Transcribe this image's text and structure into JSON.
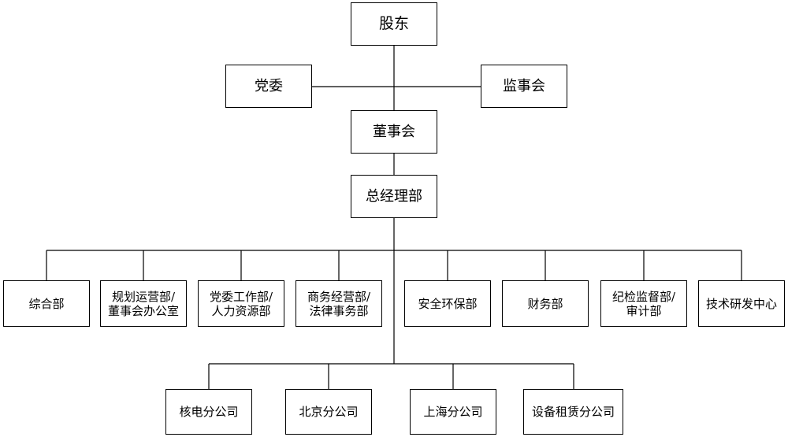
{
  "top": {
    "shareholders": "股东",
    "party_committee": "党委",
    "supervisory_board": "监事会",
    "board_of_directors": "董事会",
    "general_manager_dept": "总经理部"
  },
  "departments": {
    "general_affairs": {
      "line1": "综合部"
    },
    "planning": {
      "line1": "规划运营部/",
      "line2": "董事会办公室"
    },
    "party_work": {
      "line1": "党委工作部/",
      "line2": "人力资源部"
    },
    "business_legal": {
      "line1": "商务经营部/",
      "line2": "法律事务部"
    },
    "safety_env": {
      "line1": "安全环保部"
    },
    "finance": {
      "line1": "财务部"
    },
    "discipline_audit": {
      "line1": "纪检监督部/",
      "line2": "审计部"
    },
    "tech_rd": {
      "line1": "技术研发中心"
    }
  },
  "subsidiaries": {
    "nuclear_power": "核电分公司",
    "beijing": "北京分公司",
    "shanghai": "上海分公司",
    "equipment_leasing": "设备租赁分公司"
  },
  "colors": {
    "line": "#000000",
    "box_border": "#000000",
    "background": "#ffffff"
  }
}
